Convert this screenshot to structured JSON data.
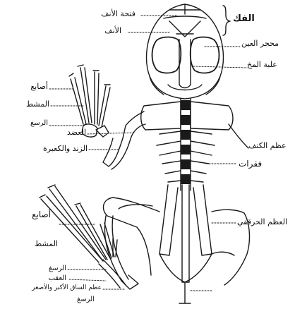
{
  "diagram": {
    "labels": {
      "nostril_opening": "فتحة الأنف",
      "nose": "الأنف",
      "jaw": "الفك",
      "eye_socket": "محجر العين",
      "brain_box": "علبة المخ",
      "fingers": "أصابع",
      "metacarpals": "المشط",
      "wrist": "الرسغ",
      "humerus": "العضد",
      "radius_ulna": "الزند والكعبرة",
      "shoulder_bone": "عظم الكتف",
      "vertebrae": "فقرات",
      "hip_bone": "العظم الحرقفي",
      "toes": "أصابع",
      "foot_metatarsals": "المشط",
      "ankle": "الرسغ",
      "tarsal_bone": "العقب",
      "tibia_fibula": "عظم الساق الأكبر والأصغر",
      "ankle_lower": "الرسغ"
    }
  }
}
